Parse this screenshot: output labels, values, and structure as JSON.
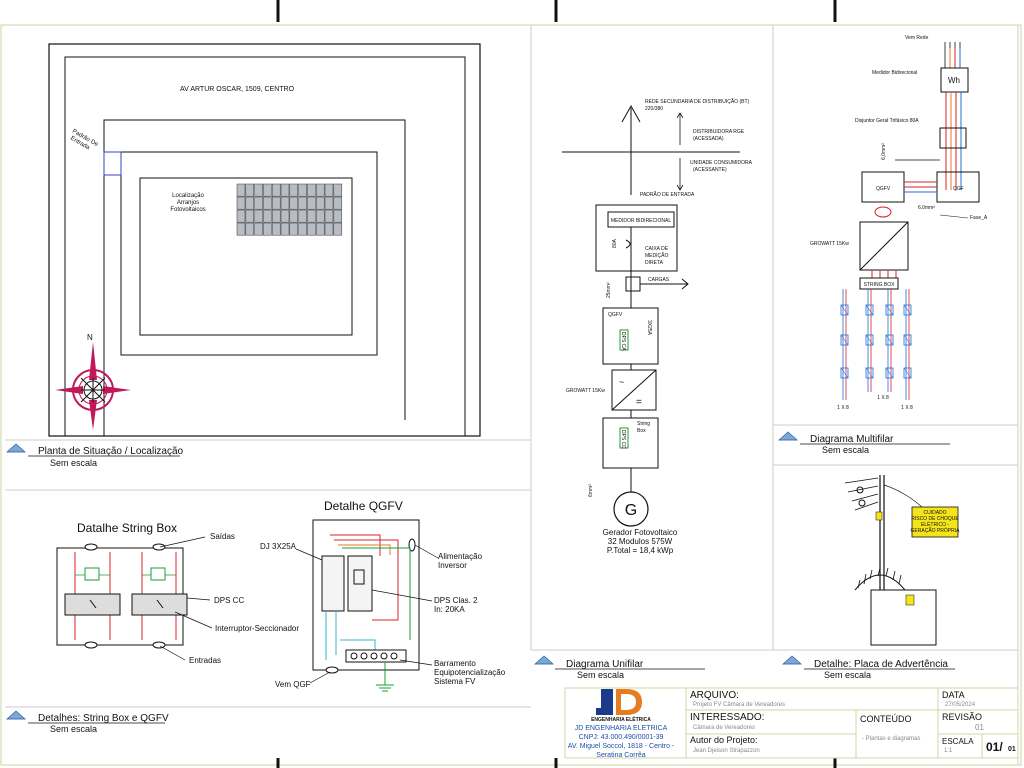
{
  "site_plan": {
    "address": "AV ARTUR OSCAR, 1509, CENTRO",
    "entrance_label": [
      "Padrão De",
      "Entrada"
    ],
    "array_label": [
      "Localização",
      "Arranjos",
      "Fotovoltaicos"
    ],
    "north": "N",
    "title": "Planta de Situação / Localização",
    "scale": "Sem escala"
  },
  "details": {
    "string_box_title": "Datalhe String Box",
    "qgfv_title": "Detalhe QGFV",
    "sb_outputs": "Saídas",
    "sb_dps": "DPS CC",
    "sb_switch": "Interruptor-Seccionador",
    "sb_inputs": "Entradas",
    "qgfv_dj": "DJ 3X25A",
    "qgfv_feed": [
      "Alimentação",
      "Inversor"
    ],
    "qgfv_dps": [
      "DPS Clas. 2",
      "In: 20KA"
    ],
    "qgfv_bus": [
      "Barramento",
      "Equipotencialização",
      "Sistema FV"
    ],
    "qgfv_from": "Vem QGF",
    "title": "Detalhes: String Box e QGFV",
    "scale": "Sem escala"
  },
  "unifilar": {
    "grid": [
      "REDE SECUNDARIA DE DISTRIBUIÇÃO (BT)",
      "220/380"
    ],
    "utility": [
      "DISTRIBUIDORA RGE",
      "(ACESSADA)"
    ],
    "consumer": [
      "UNIDADE CONSUMIDORA",
      "(ACESSANTE)"
    ],
    "entry": "PADRÃO DE ENTRADA",
    "meter": "MEDIDOR BIDIRECIONAL",
    "breaker_80": "80A",
    "box": [
      "CAIXA DE",
      "MEDIÇÃO",
      "DIRETA"
    ],
    "loads": "CARGAS",
    "qgfv": "QGFV",
    "qgfv_breaker": "3X25A",
    "dps": "DPS CA",
    "inverter": "GROWATT 15Kw",
    "string_box": [
      "String",
      "Box"
    ],
    "sb_dps": "DPS CC",
    "generator": "G",
    "gen_text": [
      "Gerador Fotovoltaico",
      "32 Modulos 575W",
      "P.Total = 18,4 kWp"
    ],
    "wire_25": "25mm²",
    "wire_6": "6mm²",
    "title": "Diagrama Unifilar",
    "scale": "Sem escala"
  },
  "multifilar": {
    "grid": "Vem Rede",
    "meter_label": "Medidor Bidirecional",
    "meter": "Wh",
    "breaker": "Disjuntor Geral Trifásico 80A",
    "wire_6": "6,0mm²",
    "qgfv": "QGFV",
    "qgf": "QGF",
    "wire_6b": "6,0mm²",
    "phase": "Fase_A",
    "inverter": "GROWATT 15Kw",
    "string_box": "STRING BOX",
    "strings": [
      "1 X 8",
      "1 X 8",
      "1 X 8"
    ],
    "title": "Diagrama Multifilar",
    "scale": "Sem escala"
  },
  "warning": {
    "sign": [
      "CUIDADO",
      "RISCO DE CHOQUE",
      "ELÉTRICO -",
      "GERAÇÃO PRÓPRIA"
    ],
    "title": "Detalhe: Placa de Advertência",
    "scale": "Sem escala"
  },
  "title_block": {
    "company": "JD ENGENHARIA ELETRICA",
    "logo": "JD",
    "logo_sub": "ENGENHARIA ELÉTRICA",
    "cnpj": "CNPJ: 43.000.490/0001-39",
    "address": "AV. Miguel Soccol, 1818 - Centro -",
    "city": "Seratina Corrêa",
    "arquivo_label": "ARQUIVO:",
    "arquivo": "Projeto FV Câmara de Vereadores",
    "interessado_label": "INTERESSADO:",
    "interessado": "Câmara de Vereadores",
    "autor_label": "Autor do Projeto:",
    "autor": "Jean Djeison Strapazzon",
    "conteudo_label": "CONTEÚDO",
    "conteudo": "- Plantas e diagramas",
    "data_label": "DATA",
    "data": "27/05/2024",
    "revisao_label": "REVISÃO",
    "revisao": "01",
    "escala_label": "ESCALA",
    "escala": "1:1",
    "sheet": "01/",
    "sheet_total": "01"
  },
  "colors": {
    "red": "#d8232a",
    "green": "#1a9e3a",
    "blue": "#1e6fd9",
    "orange": "#e57c1f",
    "cyan": "#2fb8c6",
    "navy": "#1b3a8a",
    "yellow": "#f3e51a"
  }
}
